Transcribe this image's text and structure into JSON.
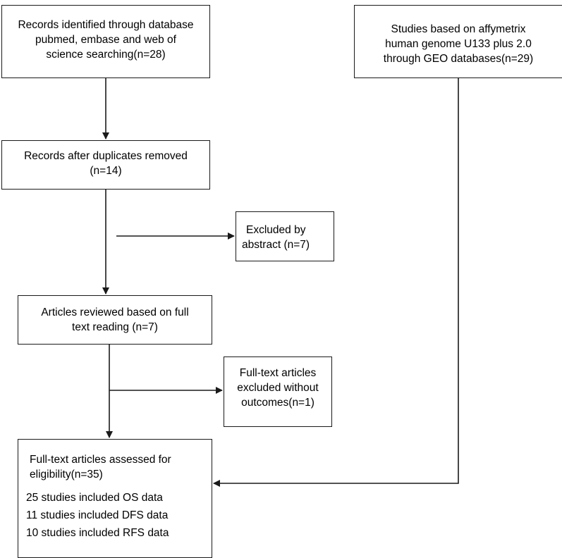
{
  "boxes": {
    "records_identified": {
      "lines": [
        "Records identified through database",
        "pubmed, embase and web of",
        "science searching(n=28)"
      ]
    },
    "geo_studies": {
      "lines": [
        "Studies based on affymetrix",
        "human genome U133 plus 2.0",
        "through GEO databases(n=29)"
      ]
    },
    "duplicates_removed": {
      "lines": [
        "Records after duplicates removed",
        "(n=14)"
      ]
    },
    "excluded_abstract": {
      "lines": [
        "Excluded by",
        "abstract (n=7)"
      ]
    },
    "full_text_reviewed": {
      "lines": [
        "Articles reviewed based on full",
        "text reading (n=7)"
      ]
    },
    "excluded_full_text": {
      "lines": [
        "Full-text articles",
        "excluded without",
        "outcomes(n=1)"
      ]
    },
    "assessed_eligibility": {
      "lines": [
        "Full-text articles assessed for",
        "eligibility(n=35)"
      ],
      "stats": [
        "25 studies included OS data",
        "11 studies included DFS data",
        "10 studies included RFS data"
      ]
    }
  },
  "colors": {
    "stroke": "#1a1a1a",
    "background": "#ffffff"
  }
}
